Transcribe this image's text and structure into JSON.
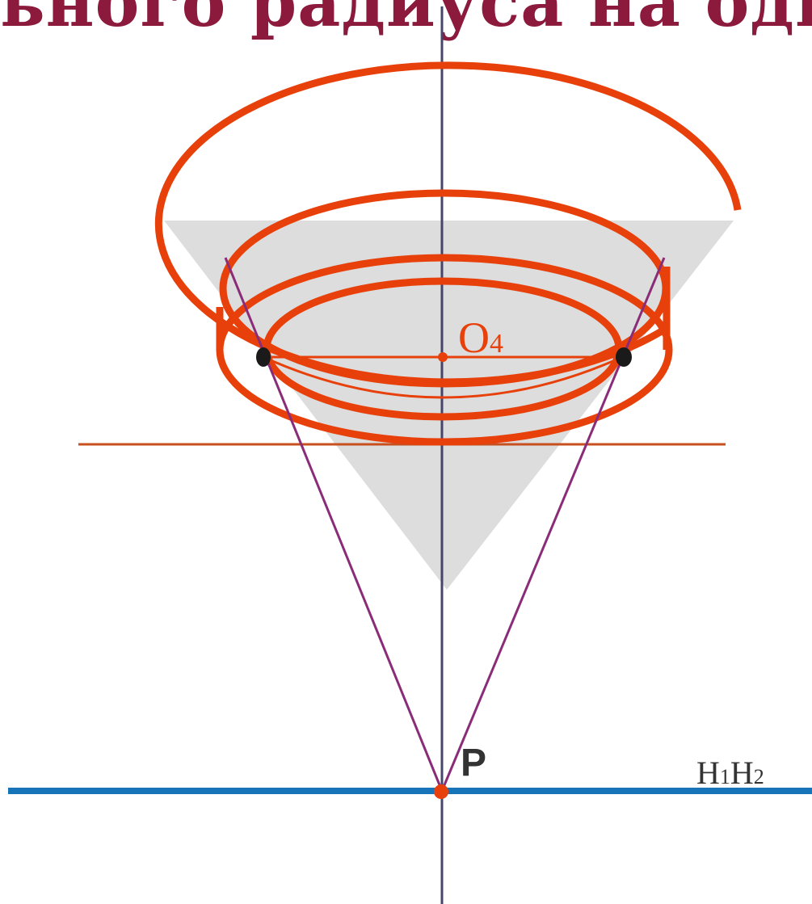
{
  "header": {
    "title_fragment": "ьного радиуса на одном у"
  },
  "labels": {
    "center": "O",
    "center_sub": "4",
    "point": "P",
    "axis_h1": "H",
    "axis_h1_sub": "1",
    "axis_h2": "H",
    "axis_h2_sub": "2"
  },
  "colors": {
    "title": "#8b1a3d",
    "ellipse": "#e8400a",
    "cone_fill": "#dddddd",
    "purple_line": "#8a2c78",
    "axis_vertical": "#44476a",
    "baseline": "#1874b8",
    "horizon": "#c8501e",
    "point_dot": "#e8400a",
    "marker_dot": "#1a1a1a",
    "label_dark": "#333333"
  }
}
